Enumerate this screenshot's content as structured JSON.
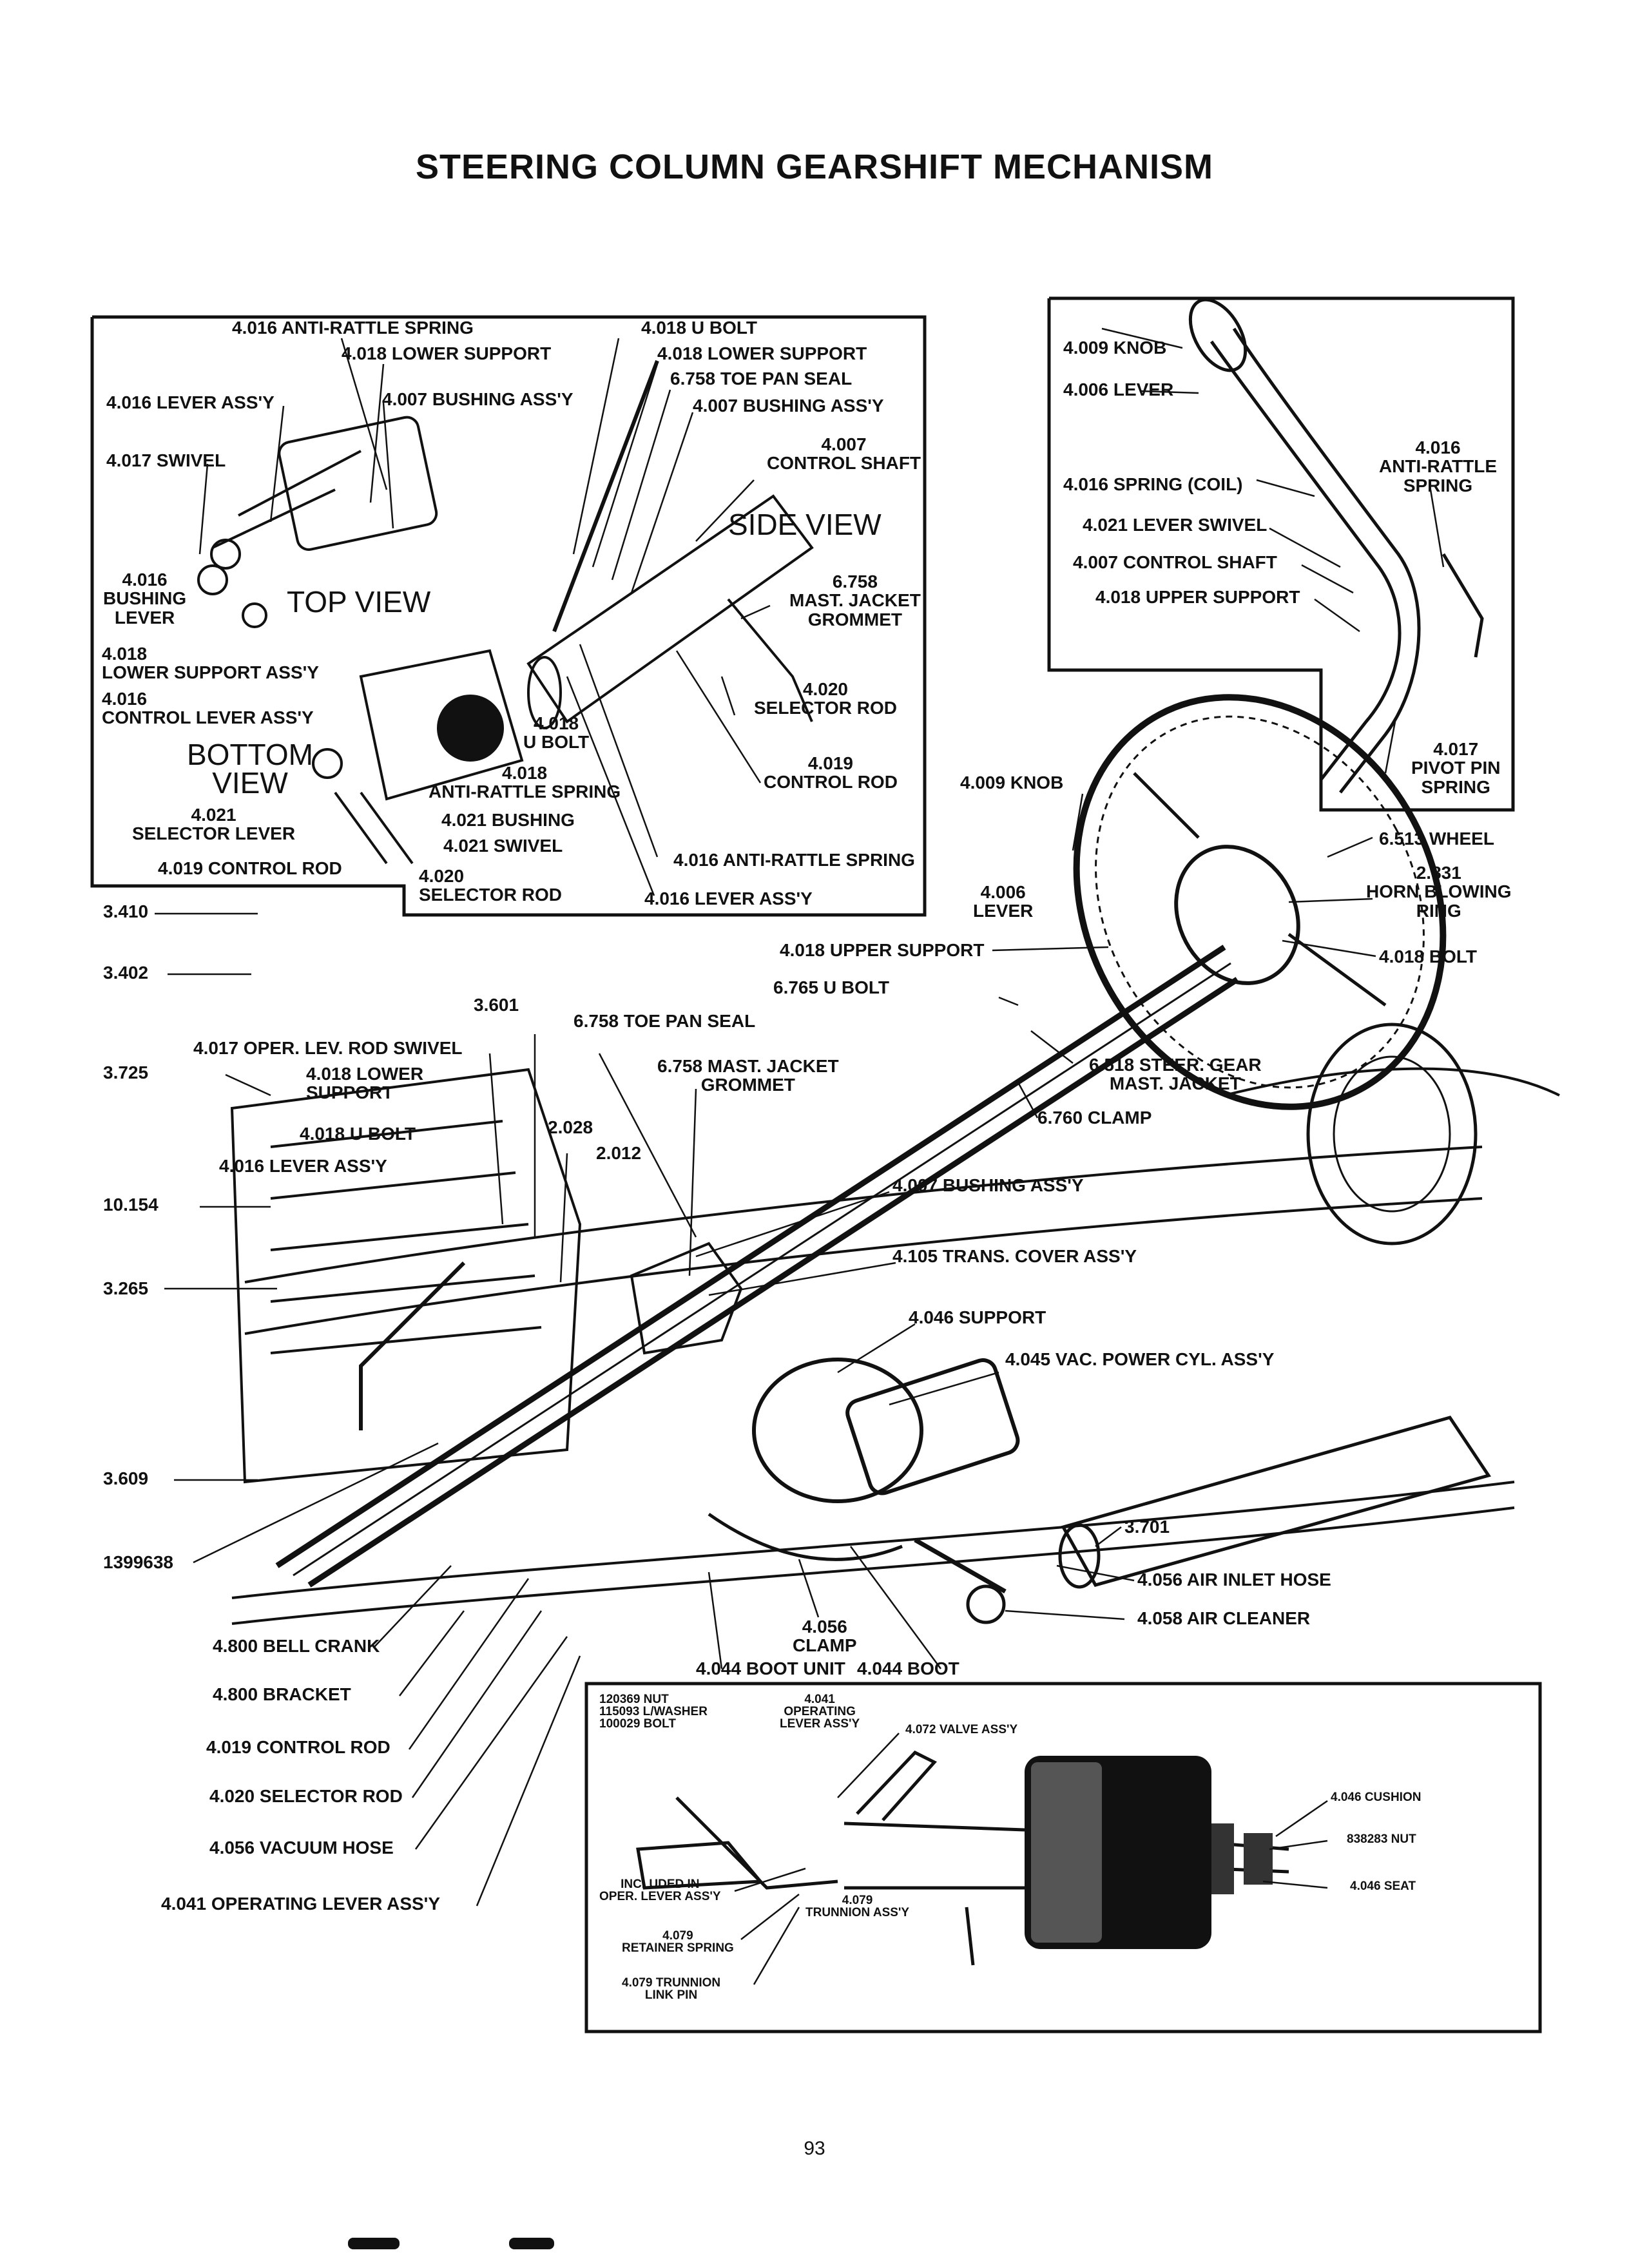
{
  "title": "STEERING COLUMN GEARSHIFT MECHANISM",
  "page_number": "93",
  "inset_top_left": {
    "view_top": "TOP VIEW",
    "view_side": "SIDE VIEW",
    "view_bottom": "BOTTOM\nVIEW",
    "labels": [
      "4.016 ANTI-RATTLE SPRING",
      "4.018 LOWER SUPPORT",
      "4.016 LEVER ASS'Y",
      "4.007 BUSHING ASS'Y",
      "4.017 SWIVEL",
      "4.016\nBUSHING\nLEVER",
      "4.018\nLOWER SUPPORT ASS'Y",
      "4.016\nCONTROL LEVER ASS'Y",
      "4.021\nSELECTOR LEVER",
      "4.019 CONTROL ROD",
      "4.018 U BOLT",
      "4.018 LOWER SUPPORT",
      "6.758 TOE PAN SEAL",
      "4.007 BUSHING ASS'Y",
      "4.007\nCONTROL SHAFT",
      "6.758\nMAST. JACKET\nGROMMET",
      "4.020\nSELECTOR ROD",
      "4.019\nCONTROL ROD",
      "4.018\nU BOLT",
      "4.018\nANTI-RATTLE SPRING",
      "4.021 BUSHING",
      "4.021 SWIVEL",
      "4.020\nSELECTOR ROD",
      "4.016 ANTI-RATTLE SPRING",
      "4.016 LEVER ASS'Y"
    ]
  },
  "inset_top_right": {
    "labels": [
      "4.009 KNOB",
      "4.006 LEVER",
      "4.016\nANTI-RATTLE\nSPRING",
      "4.016 SPRING (COIL)",
      "4.021 LEVER SWIVEL",
      "4.007 CONTROL SHAFT",
      "4.018 UPPER SUPPORT",
      "4.017\nPIVOT PIN\nSPRING"
    ]
  },
  "main_labels": [
    "4.009 KNOB",
    "6.513 WHEEL",
    "2.831\nHORN BLOWING\nRING",
    "4.006\nLEVER",
    "4.018 BOLT",
    "4.018 UPPER SUPPORT",
    "6.765 U BOLT",
    "6.518 STEER. GEAR\nMAST. JACKET",
    "6.760 CLAMP",
    "3.410",
    "3.402",
    "3.601",
    "6.758 TOE PAN SEAL",
    "4.017 OPER. LEV. ROD SWIVEL",
    "3.725",
    "4.018 LOWER\nSUPPORT",
    "6.758 MAST. JACKET\nGROMMET",
    "4.018 U BOLT",
    "2.028",
    "4.016 LEVER ASS'Y",
    "2.012",
    "10.154",
    "4.007 BUSHING ASS'Y",
    "3.265",
    "4.105 TRANS. COVER ASS'Y",
    "4.046 SUPPORT",
    "4.045 VAC. POWER CYL. ASS'Y",
    "3.609",
    "1399638",
    "3.701",
    "4.056 AIR INLET HOSE",
    "4.058 AIR CLEANER",
    "4.800 BELL CRANK",
    "4.056\nCLAMP",
    "4.800 BRACKET",
    "4.044 BOOT UNIT",
    "4.044 BOOT",
    "4.019 CONTROL ROD",
    "4.020 SELECTOR ROD",
    "4.056 VACUUM HOSE",
    "4.041 OPERATING LEVER ASS'Y"
  ],
  "inset_bottom": {
    "labels": [
      "120369 NUT\n115093 L/WASHER\n100029 BOLT",
      "4.041\nOPERATING\nLEVER ASS'Y",
      "4.072 VALVE ASS'Y",
      "4.046 CUSHION",
      "838283 NUT",
      "4.046 SEAT",
      "INCLUDED IN\nOPER. LEVER ASS'Y",
      "4.079\nTRUNNION ASS'Y",
      "4.079\nRETAINER SPRING",
      "4.079 TRUNNION\nLINK PIN"
    ]
  }
}
